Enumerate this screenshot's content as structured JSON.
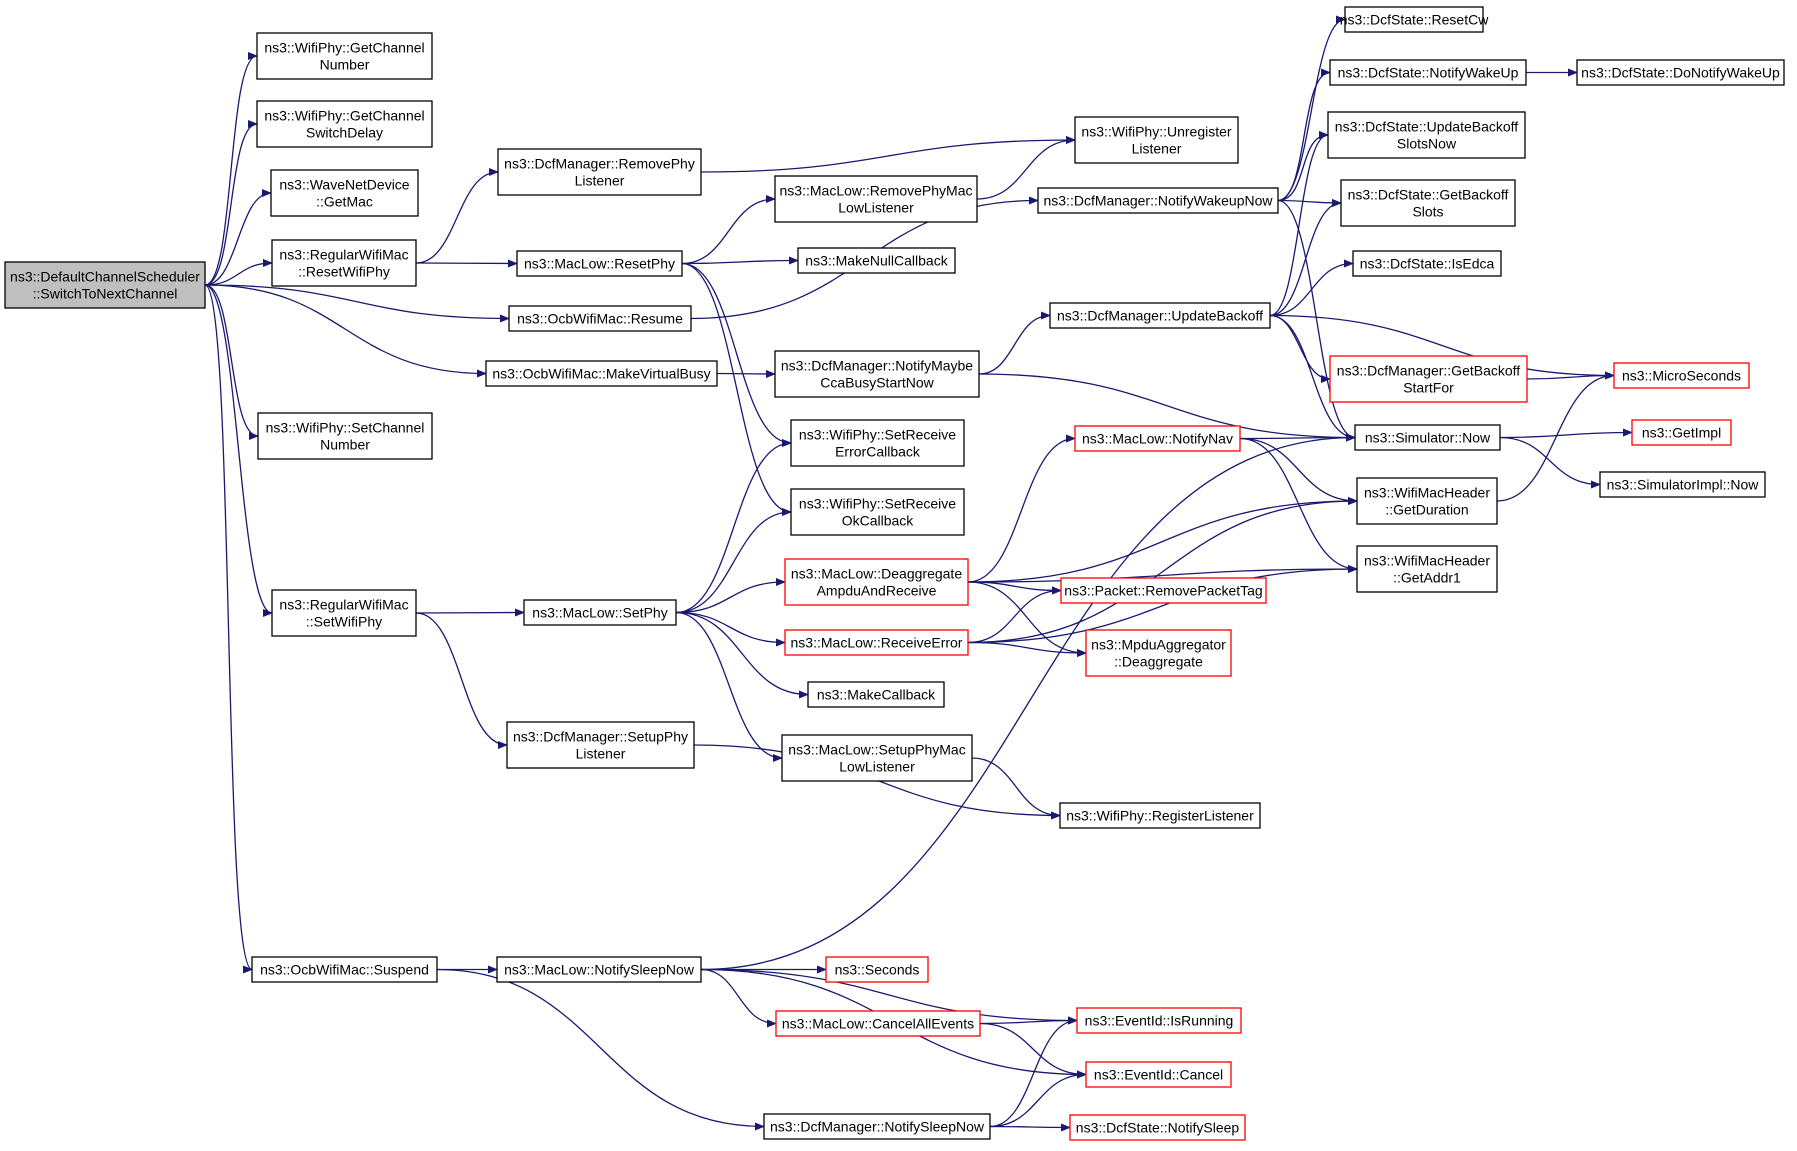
{
  "colors": {
    "edge": "#191970",
    "node_border": "#000000",
    "node_border_red": "#ff0000",
    "root_fill": "#bfbfbf",
    "node_fill": "#ffffff"
  },
  "nodes": [
    {
      "id": "root",
      "lines": [
        "ns3::DefaultChannelScheduler",
        "::SwitchToNextChannel"
      ],
      "style": "root"
    },
    {
      "id": "getChannelNumber",
      "lines": [
        "ns3::WifiPhy::GetChannel",
        "Number"
      ],
      "style": "normal"
    },
    {
      "id": "getChannelSwitchDelay",
      "lines": [
        "ns3::WifiPhy::GetChannel",
        "SwitchDelay"
      ],
      "style": "normal"
    },
    {
      "id": "getMac",
      "lines": [
        "ns3::WaveNetDevice",
        "::GetMac"
      ],
      "style": "normal"
    },
    {
      "id": "resetWifiPhy",
      "lines": [
        "ns3::RegularWifiMac",
        "::ResetWifiPhy"
      ],
      "style": "normal"
    },
    {
      "id": "resume",
      "lines": [
        "ns3::OcbWifiMac::Resume"
      ],
      "style": "normal"
    },
    {
      "id": "makeVirtualBusy",
      "lines": [
        "ns3::OcbWifiMac::MakeVirtualBusy"
      ],
      "style": "normal"
    },
    {
      "id": "setChannelNumber",
      "lines": [
        "ns3::WifiPhy::SetChannel",
        "Number"
      ],
      "style": "normal"
    },
    {
      "id": "setWifiPhy",
      "lines": [
        "ns3::RegularWifiMac",
        "::SetWifiPhy"
      ],
      "style": "normal"
    },
    {
      "id": "suspend",
      "lines": [
        "ns3::OcbWifiMac::Suspend"
      ],
      "style": "normal"
    },
    {
      "id": "removePhyListener",
      "lines": [
        "ns3::DcfManager::RemovePhy",
        "Listener"
      ],
      "style": "normal"
    },
    {
      "id": "resetPhy",
      "lines": [
        "ns3::MacLow::ResetPhy"
      ],
      "style": "normal"
    },
    {
      "id": "setPhy",
      "lines": [
        "ns3::MacLow::SetPhy"
      ],
      "style": "normal"
    },
    {
      "id": "setupPhyListener",
      "lines": [
        "ns3::DcfManager::SetupPhy",
        "Listener"
      ],
      "style": "normal"
    },
    {
      "id": "notifySleepNowMacLow",
      "lines": [
        "ns3::MacLow::NotifySleepNow"
      ],
      "style": "normal"
    },
    {
      "id": "notifySleepNowDcf",
      "lines": [
        "ns3::DcfManager::NotifySleepNow"
      ],
      "style": "normal"
    },
    {
      "id": "removePhyMacLowListener",
      "lines": [
        "ns3::MacLow::RemovePhyMac",
        "LowListener"
      ],
      "style": "normal"
    },
    {
      "id": "makeNullCallback",
      "lines": [
        "ns3::MakeNullCallback"
      ],
      "style": "normal"
    },
    {
      "id": "notifyMaybeCcaBusyStartNow",
      "lines": [
        "ns3::DcfManager::NotifyMaybe",
        "CcaBusyStartNow"
      ],
      "style": "normal"
    },
    {
      "id": "setReceiveErrorCallback",
      "lines": [
        "ns3::WifiPhy::SetReceive",
        "ErrorCallback"
      ],
      "style": "normal"
    },
    {
      "id": "setReceiveOkCallback",
      "lines": [
        "ns3::WifiPhy::SetReceive",
        "OkCallback"
      ],
      "style": "normal"
    },
    {
      "id": "deaggregateAmpduAndReceive",
      "lines": [
        "ns3::MacLow::Deaggregate",
        "AmpduAndReceive"
      ],
      "style": "red"
    },
    {
      "id": "receiveError",
      "lines": [
        "ns3::MacLow::ReceiveError"
      ],
      "style": "red"
    },
    {
      "id": "makeCallback",
      "lines": [
        "ns3::MakeCallback"
      ],
      "style": "normal"
    },
    {
      "id": "setupPhyMacLowListener",
      "lines": [
        "ns3::MacLow::SetupPhyMac",
        "LowListener"
      ],
      "style": "normal"
    },
    {
      "id": "seconds",
      "lines": [
        "ns3::Seconds"
      ],
      "style": "red"
    },
    {
      "id": "cancelAllEvents",
      "lines": [
        "ns3::MacLow::CancelAllEvents"
      ],
      "style": "red"
    },
    {
      "id": "unregisterListener",
      "lines": [
        "ns3::WifiPhy::Unregister",
        "Listener"
      ],
      "style": "normal"
    },
    {
      "id": "notifyWakeupNow",
      "lines": [
        "ns3::DcfManager::NotifyWakeupNow"
      ],
      "style": "normal"
    },
    {
      "id": "updateBackoff",
      "lines": [
        "ns3::DcfManager::UpdateBackoff"
      ],
      "style": "normal"
    },
    {
      "id": "notifyNav",
      "lines": [
        "ns3::MacLow::NotifyNav"
      ],
      "style": "red"
    },
    {
      "id": "removePacketTag",
      "lines": [
        "ns3::Packet::RemovePacketTag"
      ],
      "style": "red"
    },
    {
      "id": "mpduDeaggregate",
      "lines": [
        "ns3::MpduAggregator",
        "::Deaggregate"
      ],
      "style": "red"
    },
    {
      "id": "registerListener",
      "lines": [
        "ns3::WifiPhy::RegisterListener"
      ],
      "style": "normal"
    },
    {
      "id": "isRunning",
      "lines": [
        "ns3::EventId::IsRunning"
      ],
      "style": "red"
    },
    {
      "id": "cancel",
      "lines": [
        "ns3::EventId::Cancel"
      ],
      "style": "red"
    },
    {
      "id": "notifySleep",
      "lines": [
        "ns3::DcfState::NotifySleep"
      ],
      "style": "red"
    },
    {
      "id": "resetCw",
      "lines": [
        "ns3::DcfState::ResetCw"
      ],
      "style": "normal"
    },
    {
      "id": "notifyWakeUp",
      "lines": [
        "ns3::DcfState::NotifyWakeUp"
      ],
      "style": "normal"
    },
    {
      "id": "updateBackoffSlotsNow",
      "lines": [
        "ns3::DcfState::UpdateBackoff",
        "SlotsNow"
      ],
      "style": "normal"
    },
    {
      "id": "getBackoffSlots",
      "lines": [
        "ns3::DcfState::GetBackoff",
        "Slots"
      ],
      "style": "normal"
    },
    {
      "id": "isEdca",
      "lines": [
        "ns3::DcfState::IsEdca"
      ],
      "style": "normal"
    },
    {
      "id": "getBackoffStartFor",
      "lines": [
        "ns3::DcfManager::GetBackoff",
        "StartFor"
      ],
      "style": "red"
    },
    {
      "id": "simulatorNow",
      "lines": [
        "ns3::Simulator::Now"
      ],
      "style": "normal"
    },
    {
      "id": "getDuration",
      "lines": [
        "ns3::WifiMacHeader",
        "::GetDuration"
      ],
      "style": "normal"
    },
    {
      "id": "getAddr1",
      "lines": [
        "ns3::WifiMacHeader",
        "::GetAddr1"
      ],
      "style": "normal"
    },
    {
      "id": "doNotifyWakeUp",
      "lines": [
        "ns3::DcfState::DoNotifyWakeUp"
      ],
      "style": "normal"
    },
    {
      "id": "microSeconds",
      "lines": [
        "ns3::MicroSeconds"
      ],
      "style": "red"
    },
    {
      "id": "getImpl",
      "lines": [
        "ns3::GetImpl"
      ],
      "style": "red"
    },
    {
      "id": "simulatorImplNow",
      "lines": [
        "ns3::SimulatorImpl::Now"
      ],
      "style": "normal"
    }
  ],
  "edges": [
    [
      "root",
      "getChannelNumber"
    ],
    [
      "root",
      "getChannelSwitchDelay"
    ],
    [
      "root",
      "getMac"
    ],
    [
      "root",
      "resetWifiPhy"
    ],
    [
      "root",
      "resume"
    ],
    [
      "root",
      "makeVirtualBusy"
    ],
    [
      "root",
      "setChannelNumber"
    ],
    [
      "root",
      "setWifiPhy"
    ],
    [
      "root",
      "suspend"
    ],
    [
      "resetWifiPhy",
      "removePhyListener"
    ],
    [
      "resetWifiPhy",
      "resetPhy"
    ],
    [
      "removePhyListener",
      "unregisterListener"
    ],
    [
      "resetPhy",
      "removePhyMacLowListener"
    ],
    [
      "resetPhy",
      "makeNullCallback"
    ],
    [
      "resetPhy",
      "setReceiveErrorCallback"
    ],
    [
      "resetPhy",
      "setReceiveOkCallback"
    ],
    [
      "removePhyMacLowListener",
      "unregisterListener"
    ],
    [
      "resume",
      "notifyWakeupNow"
    ],
    [
      "makeVirtualBusy",
      "notifyMaybeCcaBusyStartNow"
    ],
    [
      "notifyMaybeCcaBusyStartNow",
      "updateBackoff"
    ],
    [
      "notifyMaybeCcaBusyStartNow",
      "simulatorNow"
    ],
    [
      "notifyWakeupNow",
      "resetCw"
    ],
    [
      "notifyWakeupNow",
      "notifyWakeUp"
    ],
    [
      "notifyWakeupNow",
      "updateBackoffSlotsNow"
    ],
    [
      "notifyWakeupNow",
      "getBackoffSlots"
    ],
    [
      "notifyWakeupNow",
      "simulatorNow"
    ],
    [
      "notifyWakeUp",
      "doNotifyWakeUp"
    ],
    [
      "updateBackoff",
      "updateBackoffSlotsNow"
    ],
    [
      "updateBackoff",
      "getBackoffSlots"
    ],
    [
      "updateBackoff",
      "isEdca"
    ],
    [
      "updateBackoff",
      "getBackoffStartFor"
    ],
    [
      "updateBackoff",
      "simulatorNow"
    ],
    [
      "updateBackoff",
      "microSeconds"
    ],
    [
      "getBackoffStartFor",
      "microSeconds"
    ],
    [
      "simulatorNow",
      "getImpl"
    ],
    [
      "simulatorNow",
      "simulatorImplNow"
    ],
    [
      "getDuration",
      "microSeconds"
    ],
    [
      "setWifiPhy",
      "setPhy"
    ],
    [
      "setWifiPhy",
      "setupPhyListener"
    ],
    [
      "setupPhyListener",
      "registerListener"
    ],
    [
      "setPhy",
      "setReceiveErrorCallback"
    ],
    [
      "setPhy",
      "setReceiveOkCallback"
    ],
    [
      "setPhy",
      "deaggregateAmpduAndReceive"
    ],
    [
      "setPhy",
      "receiveError"
    ],
    [
      "setPhy",
      "makeCallback"
    ],
    [
      "setPhy",
      "setupPhyMacLowListener"
    ],
    [
      "setupPhyMacLowListener",
      "registerListener"
    ],
    [
      "deaggregateAmpduAndReceive",
      "notifyNav"
    ],
    [
      "deaggregateAmpduAndReceive",
      "getDuration"
    ],
    [
      "deaggregateAmpduAndReceive",
      "getAddr1"
    ],
    [
      "deaggregateAmpduAndReceive",
      "removePacketTag"
    ],
    [
      "deaggregateAmpduAndReceive",
      "mpduDeaggregate"
    ],
    [
      "receiveError",
      "removePacketTag"
    ],
    [
      "receiveError",
      "mpduDeaggregate"
    ],
    [
      "receiveError",
      "getDuration"
    ],
    [
      "receiveError",
      "getAddr1"
    ],
    [
      "notifyNav",
      "simulatorNow"
    ],
    [
      "notifyNav",
      "getDuration"
    ],
    [
      "notifyNav",
      "getAddr1"
    ],
    [
      "suspend",
      "notifySleepNowMacLow"
    ],
    [
      "suspend",
      "notifySleepNowDcf"
    ],
    [
      "notifySleepNowMacLow",
      "seconds"
    ],
    [
      "notifySleepNowMacLow",
      "cancelAllEvents"
    ],
    [
      "notifySleepNowMacLow",
      "isRunning"
    ],
    [
      "notifySleepNowMacLow",
      "cancel"
    ],
    [
      "notifySleepNowMacLow",
      "simulatorNow"
    ],
    [
      "cancelAllEvents",
      "isRunning"
    ],
    [
      "cancelAllEvents",
      "cancel"
    ],
    [
      "notifySleepNowDcf",
      "isRunning"
    ],
    [
      "notifySleepNowDcf",
      "cancel"
    ],
    [
      "notifySleepNowDcf",
      "notifySleep"
    ]
  ]
}
